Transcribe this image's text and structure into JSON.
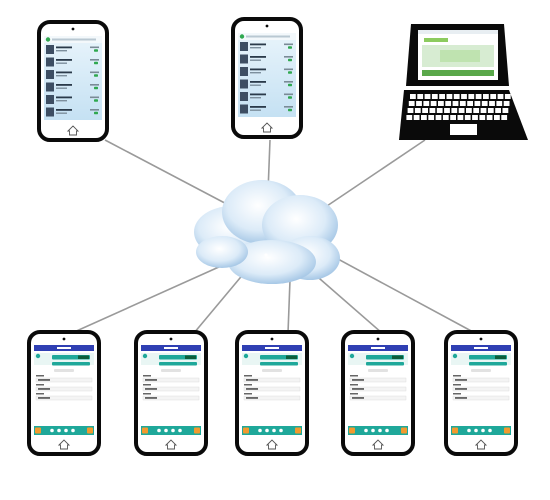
{
  "diagram": {
    "center_node": "cloud",
    "top_devices": [
      {
        "kind": "phone",
        "screen": "contacts-list",
        "contacts": [
          "",
          "",
          "",
          "",
          "",
          ""
        ]
      },
      {
        "kind": "phone",
        "screen": "contacts-list",
        "contacts": [
          "",
          "",
          "",
          "",
          "",
          ""
        ]
      },
      {
        "kind": "laptop",
        "screen": "web-page"
      }
    ],
    "bottom_devices": [
      {
        "kind": "phone",
        "screen": "chat"
      },
      {
        "kind": "phone",
        "screen": "chat"
      },
      {
        "kind": "phone",
        "screen": "chat"
      },
      {
        "kind": "phone",
        "screen": "chat"
      },
      {
        "kind": "phone",
        "screen": "chat"
      }
    ],
    "colors": {
      "connector": "#9a9a9a",
      "device_frame": "#0a0a0a",
      "cloud_light": "#ffffff",
      "cloud_dark": "#8fb8de",
      "chat_header": "#2f3fb3",
      "chat_accent": "#1fa89a",
      "chat_button": "#f29a2e",
      "list_background": "#d9ecf7",
      "list_icon": "#2fa84f"
    }
  }
}
